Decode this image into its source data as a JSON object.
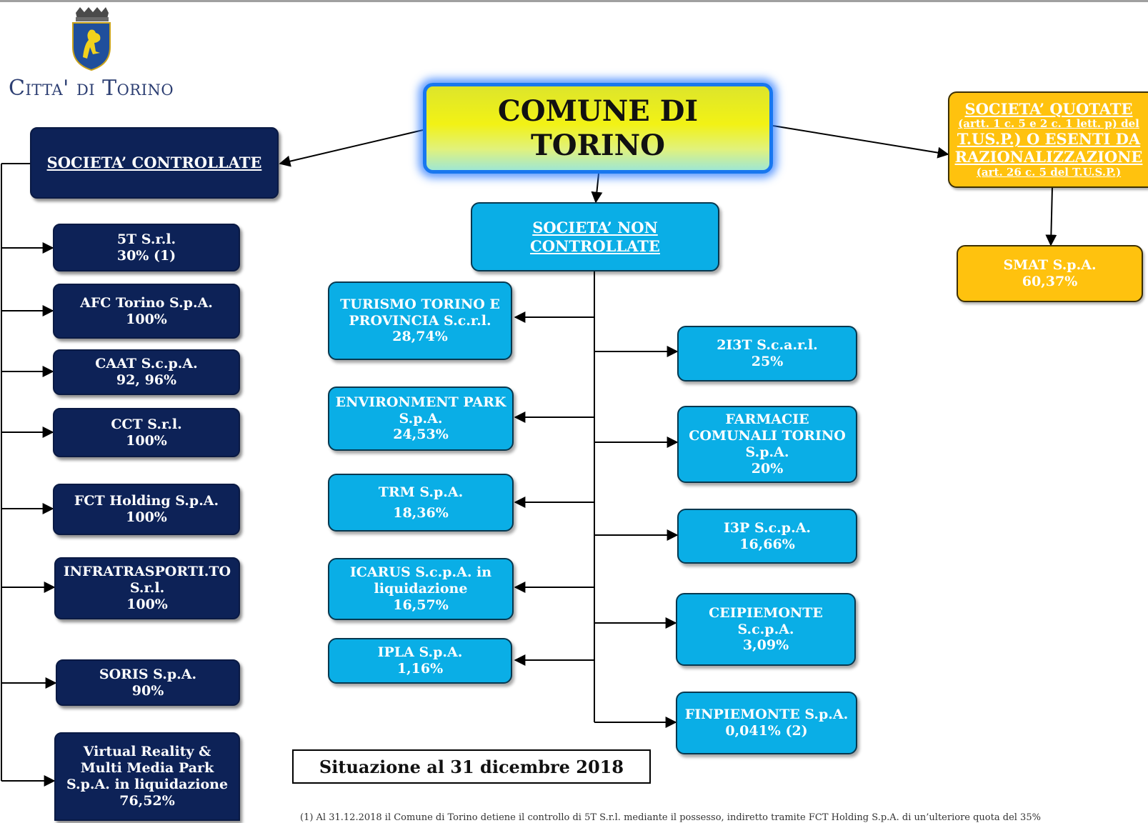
{
  "logo": {
    "name": "Citta' di Torino"
  },
  "main_entity": {
    "line1": "COMUNE DI",
    "line2": "TORINO"
  },
  "controllate": {
    "title": "SOCIETA’ CONTROLLATE",
    "items": [
      {
        "name": "5T S.r.l.",
        "share": "30%  (1)"
      },
      {
        "name": "AFC Torino S.p.A.",
        "share": "100%"
      },
      {
        "name": "CAAT S.c.p.A.",
        "share": "92, 96%"
      },
      {
        "name": "CCT S.r.l.",
        "share": "100%"
      },
      {
        "name": "FCT Holding S.p.A.",
        "share": "100%"
      },
      {
        "name": "INFRATRASPORTI.TO S.r.l.",
        "share": "100%"
      },
      {
        "name": "SORIS S.p.A.",
        "share": "90%"
      },
      {
        "name": "Virtual Reality & Multi Media Park S.p.A. in liquidazione",
        "share": "76,52%"
      }
    ]
  },
  "non_controllate": {
    "title_line1": "SOCIETA’ NON",
    "title_line2": "CONTROLLATE",
    "left_items": [
      {
        "name": "TURISMO TORINO E PROVINCIA S.c.r.l.",
        "share": "28,74%"
      },
      {
        "name": "ENVIRONMENT PARK S.p.A.",
        "share": "24,53%"
      },
      {
        "name": "TRM S.p.A.",
        "share": "18,36%"
      },
      {
        "name": "ICARUS S.c.p.A. in liquidazione",
        "share": "16,57%"
      },
      {
        "name": "IPLA S.p.A.",
        "share": "1,16%"
      }
    ],
    "right_items": [
      {
        "name": "2I3T S.c.a.r.l.",
        "share": "25%"
      },
      {
        "name": "FARMACIE COMUNALI TORINO S.p.A.",
        "share": "20%"
      },
      {
        "name": "I3P S.c.p.A.",
        "share": "16,66%"
      },
      {
        "name": "CEIPIEMONTE S.c.p.A.",
        "share": "3,09%"
      },
      {
        "name": "FINPIEMONTE S.p.A.",
        "share": "0,041% (2)"
      }
    ]
  },
  "quotate": {
    "line1": "SOCIETA’ QUOTATE",
    "line2": "(artt. 1 c. 5 e 2 c. 1 lett. p) del",
    "line3": "T.US.P.) O ESENTI DA",
    "line4": "RAZIONALIZZAZIONE",
    "line5": "(art. 26 c. 5 del T.U.S.P.)",
    "items": [
      {
        "name": "SMAT S.p.A.",
        "share": "60,37%"
      }
    ]
  },
  "status": {
    "label": "Situazione al  31 dicembre  2018"
  },
  "footnote": {
    "text": "(1)     Al 31.12.2018 il Comune di Torino detiene il controllo di 5T S.r.l. mediante il possesso, indiretto tramite FCT Holding S.p.A. di un’ulteriore quota del 35%"
  },
  "colors": {
    "controllate": "#0d2257",
    "non_controllate": "#0aaee6",
    "quotate": "#ffc20e",
    "main_border": "#1877ef"
  }
}
